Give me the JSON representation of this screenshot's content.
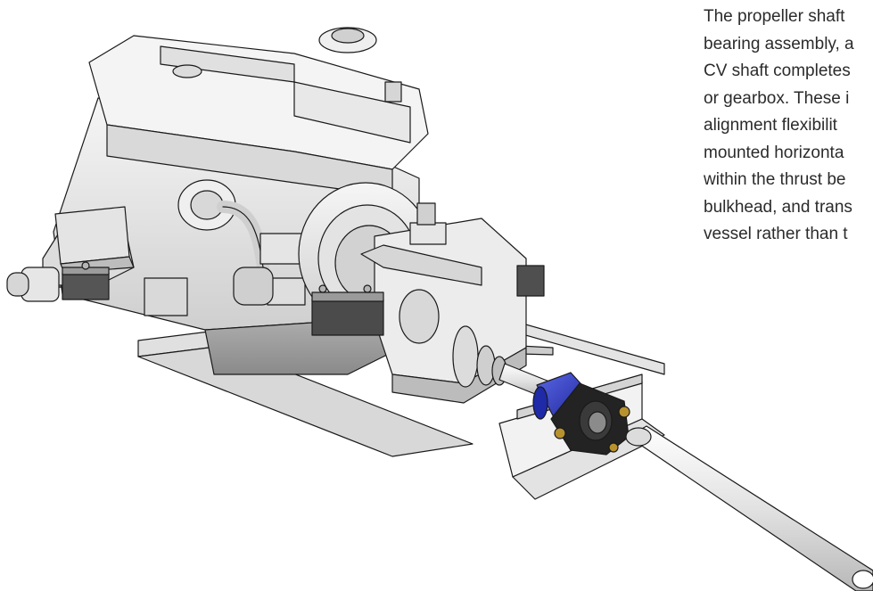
{
  "article": {
    "lines": [
      "The propeller shaft",
      "bearing assembly, a",
      "CV shaft completes",
      "or gearbox. These i",
      "alignment flexibilit",
      "mounted horizonta",
      "within the thrust be",
      "bulkhead, and trans",
      "vessel rather than t"
    ]
  },
  "illustration": {
    "subject": "marine-engine-with-cv-shaft-and-thrust-bearing",
    "colors": {
      "outline": "#1a1a1a",
      "body_light": "#eeeeee",
      "body_mid": "#d6d6d6",
      "body_dark": "#9a9a9a",
      "thrust_bearing": "#2a37c9",
      "bearing_housing": "#222222",
      "bolt_gold": "#b8922e"
    }
  }
}
